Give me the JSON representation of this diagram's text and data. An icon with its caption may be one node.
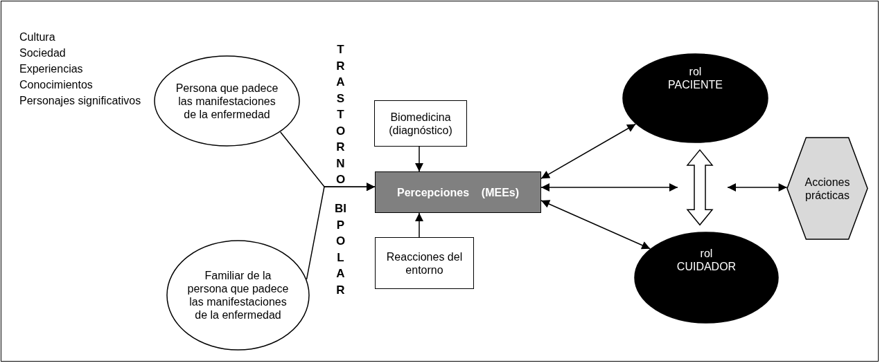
{
  "diagram": {
    "nodes": [
      {
        "text": [
          "Persona que padece las manifestaciones de la enfermedad"
        ]
      },
      {
        "text": [
          "Familiar de la persona que padece las manifestaciones de la enfermedad"
        ]
      },
      {
        "text": [
          "Biomedicina (diagnóstico)"
        ]
      },
      {
        "text": [
          "Percepciones    (MEEs)"
        ]
      },
      {
        "text": [
          "Reacciones del entorno"
        ]
      },
      {
        "text": [
          "rol PACIENTE"
        ]
      },
      {
        "text": [
          "rol CUIDADOR"
        ]
      },
      {
        "text": [
          "Acciones prácticas"
        ]
      }
    ],
    "edges": [
      {
        "from": 0,
        "to": 3,
        "arrow": "to"
      },
      {
        "from": 1,
        "to": 3,
        "arrow": "to"
      },
      {
        "from": 2,
        "to": 3,
        "arrow": "to"
      },
      {
        "from": 4,
        "to": 3,
        "arrow": "to"
      },
      {
        "from": 3,
        "to": 5,
        "arrow": "both"
      },
      {
        "from": 3,
        "to": 6,
        "arrow": "both"
      },
      {
        "from": 3,
        "to": null,
        "arrow": "both"
      },
      {
        "from": 5,
        "to": 6,
        "arrow": "both",
        "style": "thick"
      },
      {
        "from": null,
        "to": 7,
        "arrow": "both"
      }
    ],
    "labels": [
      "Cultura",
      "Sociedad",
      "Experiencias",
      "Conocimientos",
      "Personajes significativos",
      "TRASTORNO",
      "BIPOLAR"
    ]
  }
}
